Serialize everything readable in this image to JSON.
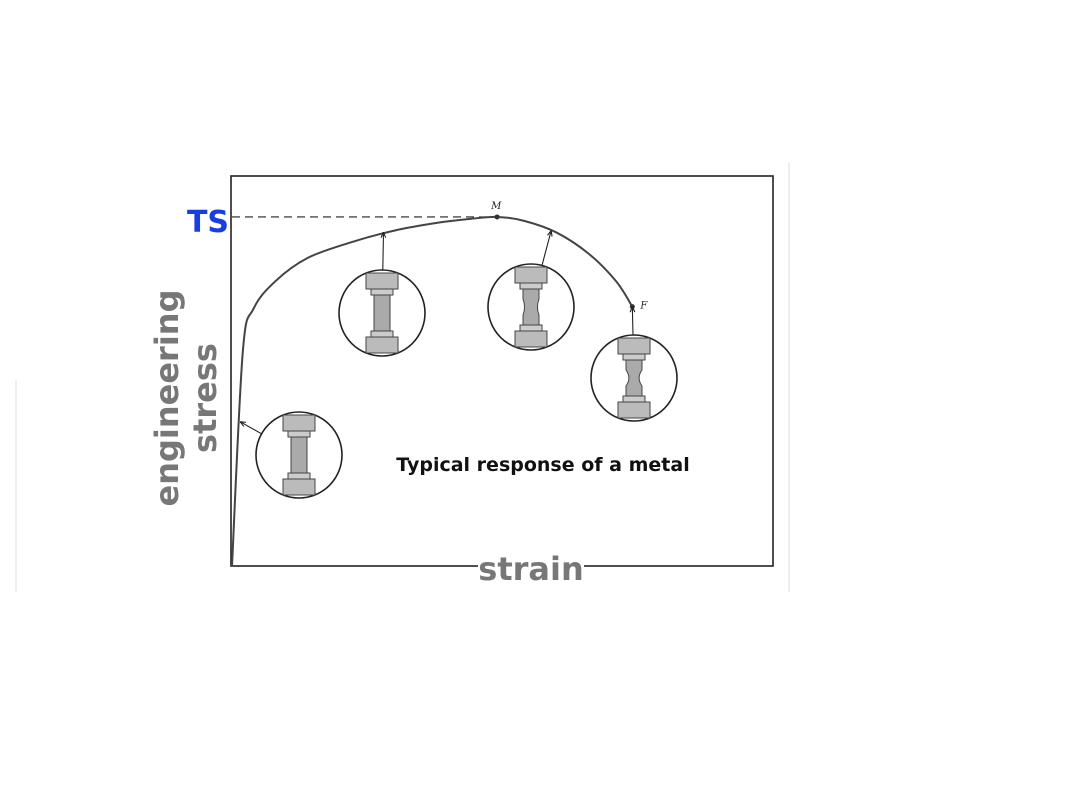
{
  "chart_data": {
    "type": "line",
    "xlabel": "strain",
    "ylabel": "engineering stress",
    "ylabel_lines": [
      "engineering",
      "stress"
    ],
    "annotation": "Typical response of a metal",
    "ts_label": "TS",
    "point_labels": {
      "max": "M",
      "fracture": "F"
    },
    "ylim": [
      0,
      1
    ],
    "xlim": [
      0,
      1
    ],
    "series": [
      {
        "values": [
          [
            0.0,
            0.0
          ],
          [
            0.02,
            0.55
          ],
          [
            0.04,
            0.66
          ],
          [
            0.08,
            0.73
          ],
          [
            0.14,
            0.79
          ],
          [
            0.22,
            0.83
          ],
          [
            0.3,
            0.86
          ],
          [
            0.38,
            0.88
          ],
          [
            0.44,
            0.89
          ],
          [
            0.49,
            0.895
          ],
          [
            0.54,
            0.885
          ],
          [
            0.6,
            0.855
          ],
          [
            0.66,
            0.8
          ],
          [
            0.71,
            0.73
          ],
          [
            0.74,
            0.665
          ]
        ]
      }
    ],
    "ts_value": 0.895,
    "max_point": [
      0.49,
      0.895
    ],
    "fracture_point": [
      0.74,
      0.665
    ],
    "colors": {
      "ts_label": "#1a3de0",
      "axis_text": "#777777",
      "curve": "#444444"
    }
  }
}
